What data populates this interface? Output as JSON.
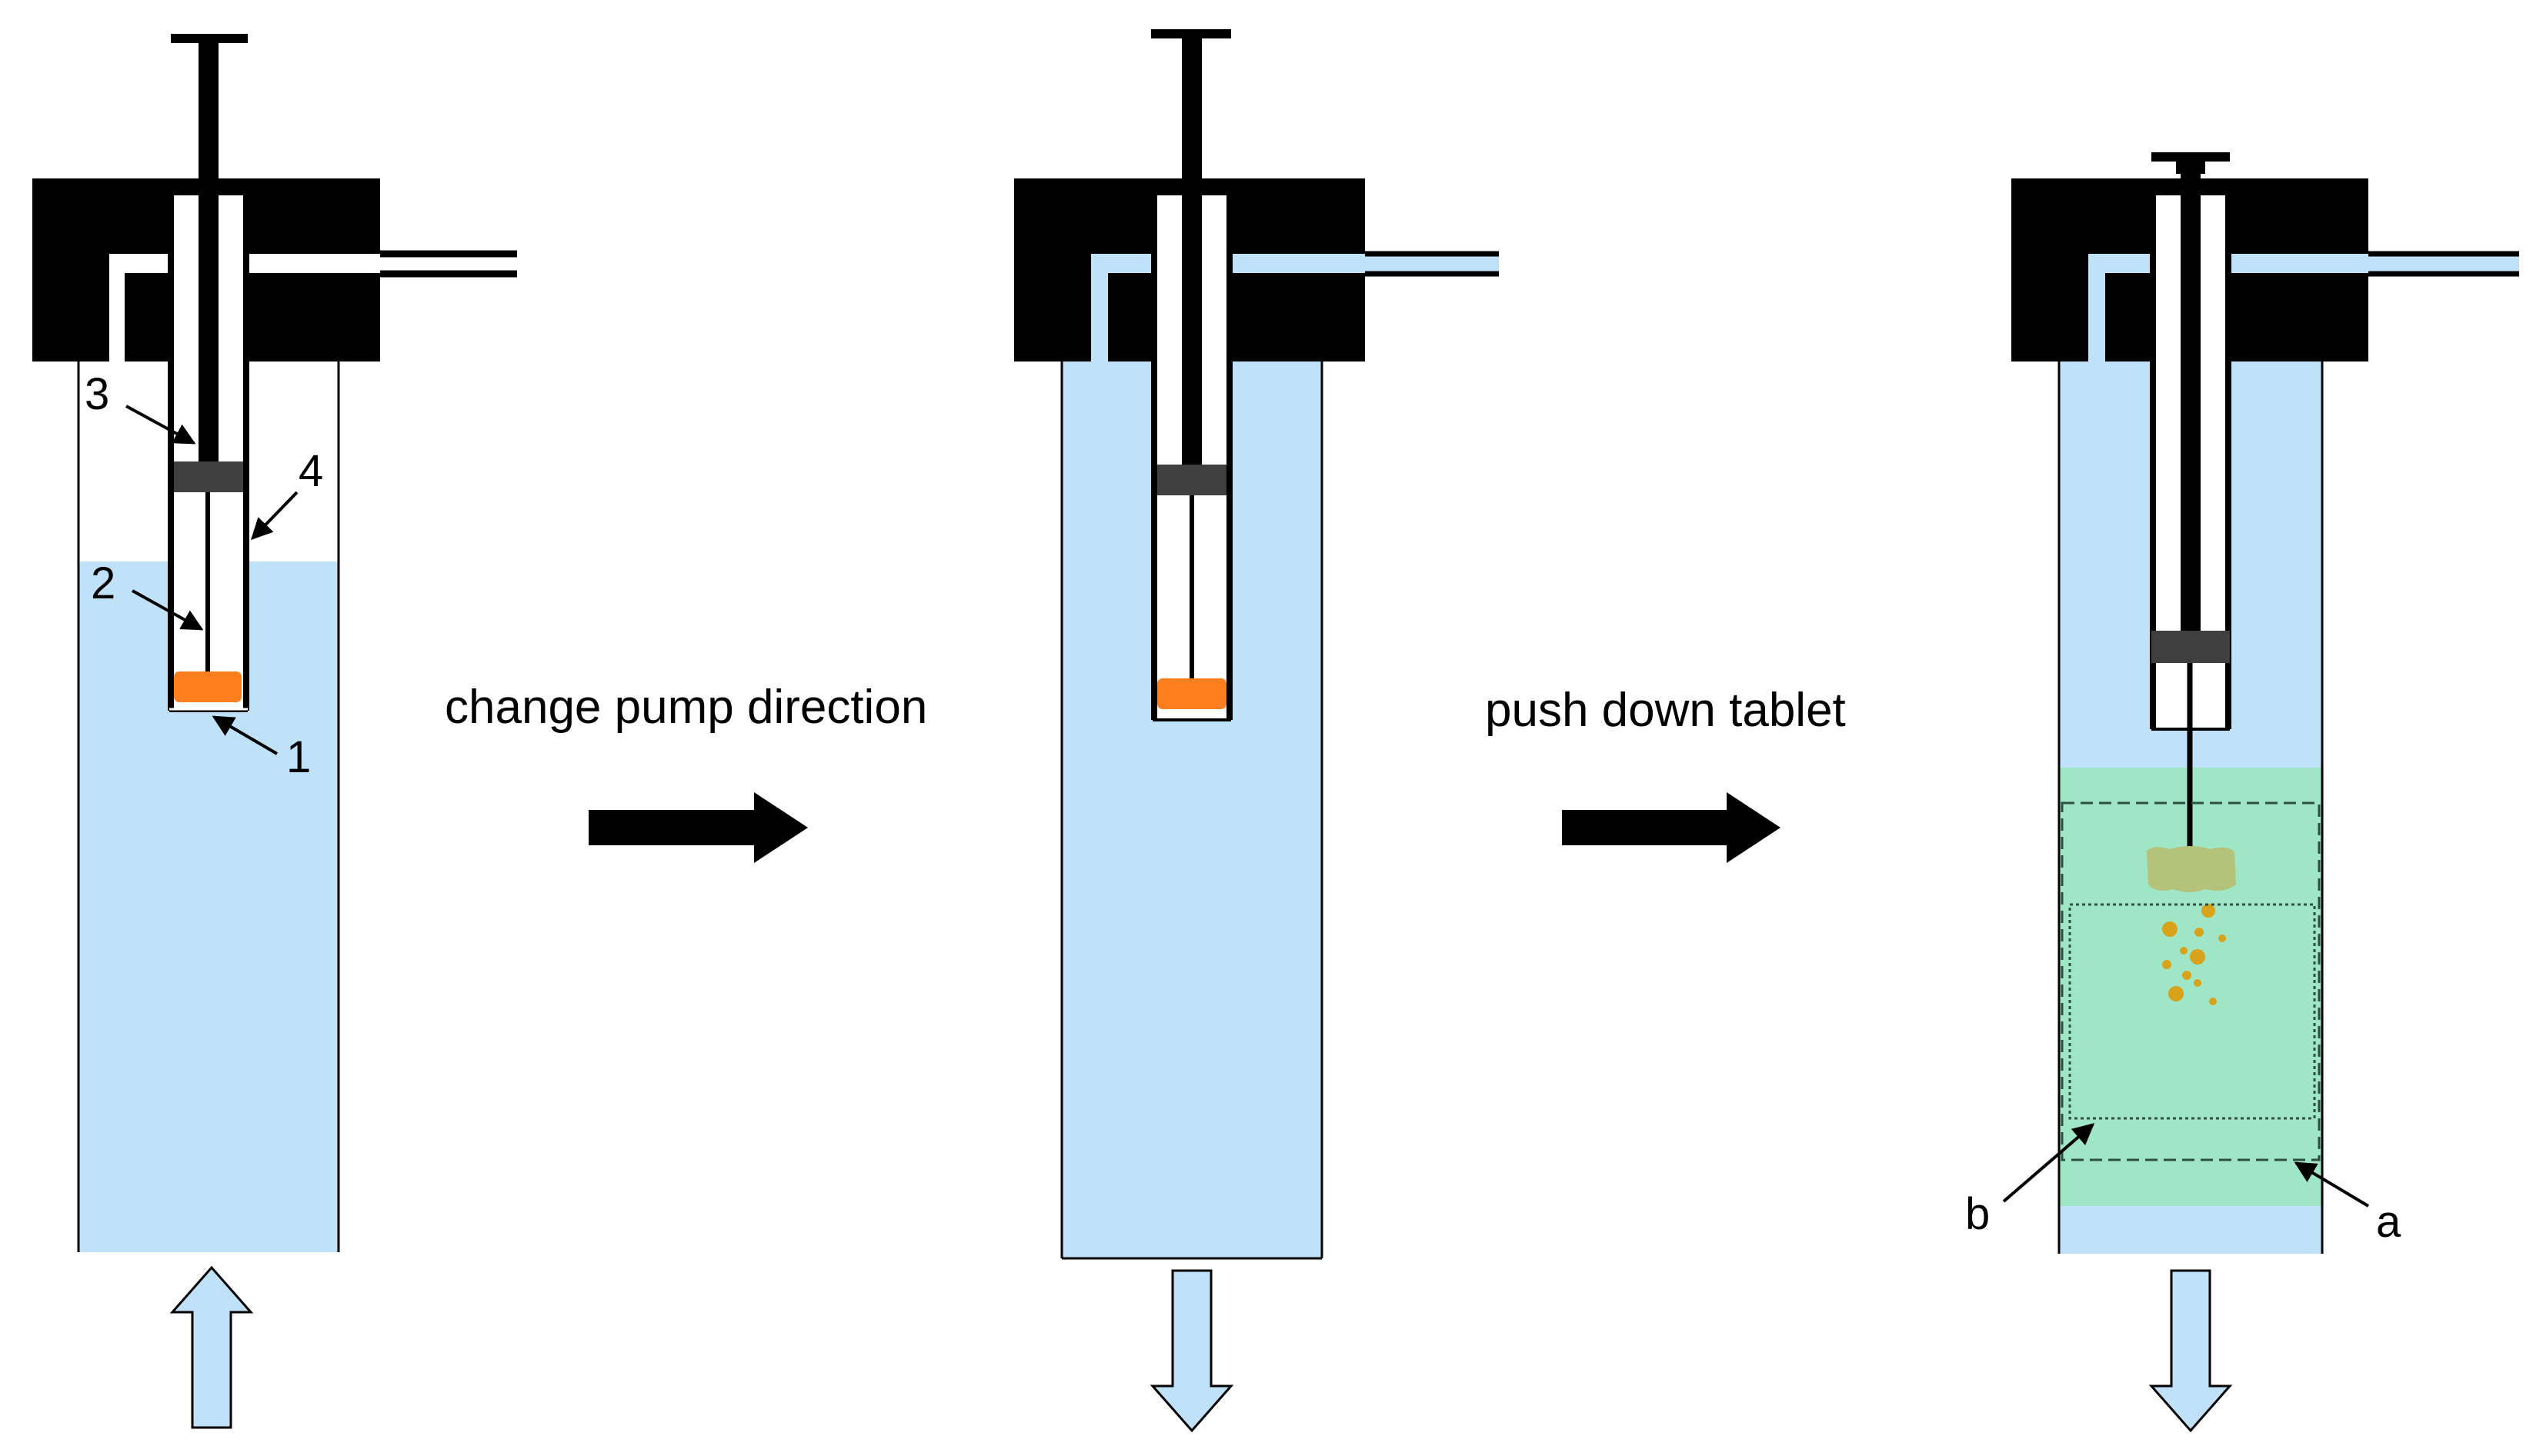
{
  "captions": {
    "step1": "change pump direction",
    "step2": "push down tablet"
  },
  "labels": {
    "one": "1",
    "two": "2",
    "three": "3",
    "four": "4",
    "a": "a",
    "b": "b"
  },
  "colors": {
    "liquid": "#bfe1fa",
    "dissolution": "#9ee6c6",
    "tablet": "#ff7f1f",
    "swollen_tablet": "#b5c27a",
    "particles": "#d9a21b",
    "housing": "#000000",
    "stopper": "#3f3f3f",
    "flow_arrow": "#bfe1fa"
  }
}
